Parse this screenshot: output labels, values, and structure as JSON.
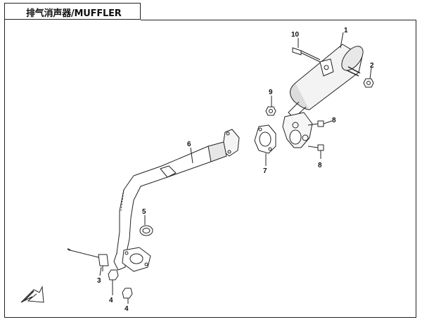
{
  "header": {
    "title": "排气消声器/MUFFLER"
  },
  "callouts": [
    {
      "id": "c1",
      "label": "1"
    },
    {
      "id": "c2",
      "label": "2"
    },
    {
      "id": "c3",
      "label": "3"
    },
    {
      "id": "c4a",
      "label": "4"
    },
    {
      "id": "c4b",
      "label": "4"
    },
    {
      "id": "c5",
      "label": "5"
    },
    {
      "id": "c6",
      "label": "6"
    },
    {
      "id": "c7",
      "label": "7"
    },
    {
      "id": "c8a",
      "label": "8"
    },
    {
      "id": "c8b",
      "label": "8"
    },
    {
      "id": "c9",
      "label": "9"
    },
    {
      "id": "c10",
      "label": "10"
    }
  ]
}
